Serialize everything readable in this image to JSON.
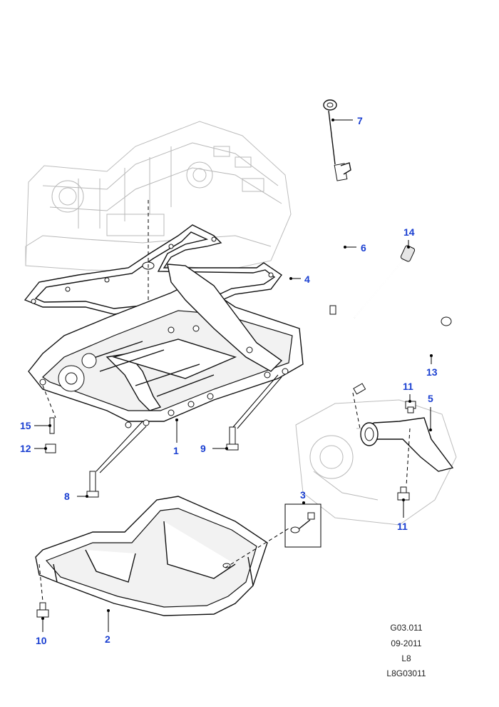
{
  "callouts": {
    "c1": "1",
    "c2": "2",
    "c3": "3",
    "c4": "4",
    "c5": "5",
    "c6": "6",
    "c7": "7",
    "c8": "8",
    "c9": "9",
    "c10": "10",
    "c11a": "11",
    "c11b": "11",
    "c12": "12",
    "c13": "13",
    "c14": "14",
    "c15": "15"
  },
  "meta": {
    "code": "G03.011",
    "date": "09-2011",
    "line": "L8",
    "ref": "L8G03011"
  },
  "colors": {
    "callout": "#1a3fd1",
    "ghost": "#b8b8b8",
    "line": "#111111"
  }
}
